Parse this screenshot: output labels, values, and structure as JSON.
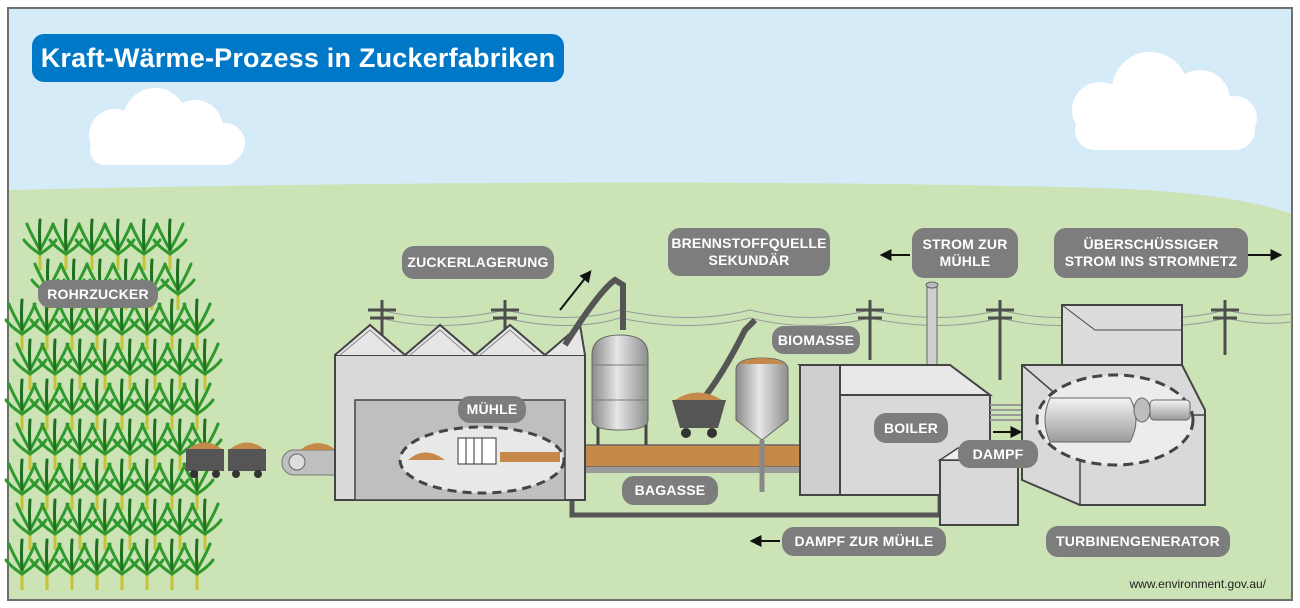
{
  "title": "Kraft-Wärme-Prozess in Zuckerfabriken",
  "labels": {
    "rohrzucker": "ROHRZUCKER",
    "zuckerlagerung": "ZUCKERLAGERUNG",
    "brennstoffquelle": "BRENNSTOFFQUELLE\nSEKUNDÄR",
    "strom_muehle": "STROM ZUR\nMÜHLE",
    "ueberschuss": "ÜBERSCHÜSSIGER\nSTROM INS STROMNETZ",
    "biomasse": "BIOMASSE",
    "muehle": "MÜHLE",
    "boiler": "BOILER",
    "dampf": "DAMPF",
    "bagasse": "BAGASSE",
    "dampf_muehle": "DAMPF ZUR MÜHLE",
    "turbinengenerator": "TURBINENGENERATOR"
  },
  "credit": "www.environment.gov.au/",
  "colors": {
    "sky": "#d6ebf8",
    "grass": "#cce3b6",
    "title_bg": "#0078c8",
    "label_bg": "#7d7d7d",
    "building": "#d9d9d9",
    "bagasse": "#c58a4a",
    "cane": "#2e9a2e"
  }
}
